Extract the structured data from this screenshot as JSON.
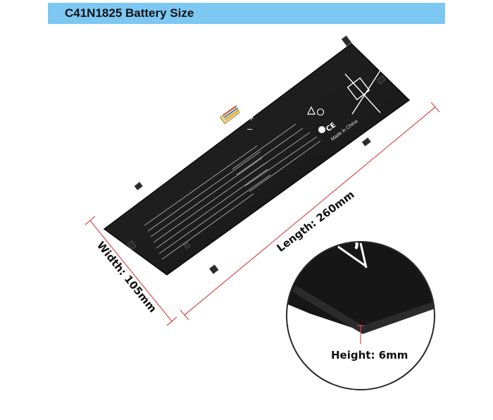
{
  "banner": {
    "title": "C41N1825 Battery Size"
  },
  "dimensions": {
    "length_label": "Length: 260mm",
    "width_label": "Width: 105mm",
    "height_label": "Height: 6mm"
  },
  "battery": {
    "made_in": "Made in China",
    "ce_mark": "CE"
  },
  "colors": {
    "banner": "#7cc8f2",
    "battery_body": "#1c1c1c",
    "dimension_line": "#d84c4c"
  }
}
